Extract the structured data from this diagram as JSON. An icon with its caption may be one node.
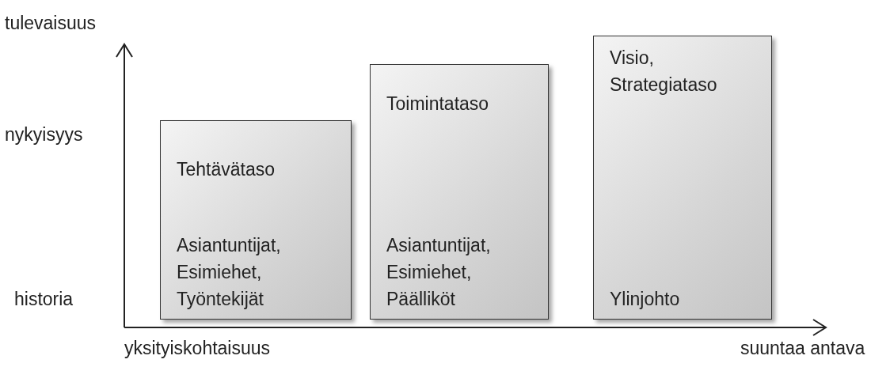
{
  "diagram": {
    "nodes": [
      {
        "text": [
          "Tehtävätaso",
          "Asiantuntijat, Esimiehet, Työntekijät"
        ]
      },
      {
        "text": [
          "Toimintataso",
          "Asiantuntijat, Esimiehet, Päälliköt"
        ]
      },
      {
        "text": [
          "Visio, Strategiataso",
          "Ylinjohto"
        ]
      }
    ],
    "edges": [],
    "labels": [
      "tulevaisuus",
      "nykyisyys",
      "historia",
      "yksityiskohtaisuus",
      "suuntaa antava"
    ]
  }
}
